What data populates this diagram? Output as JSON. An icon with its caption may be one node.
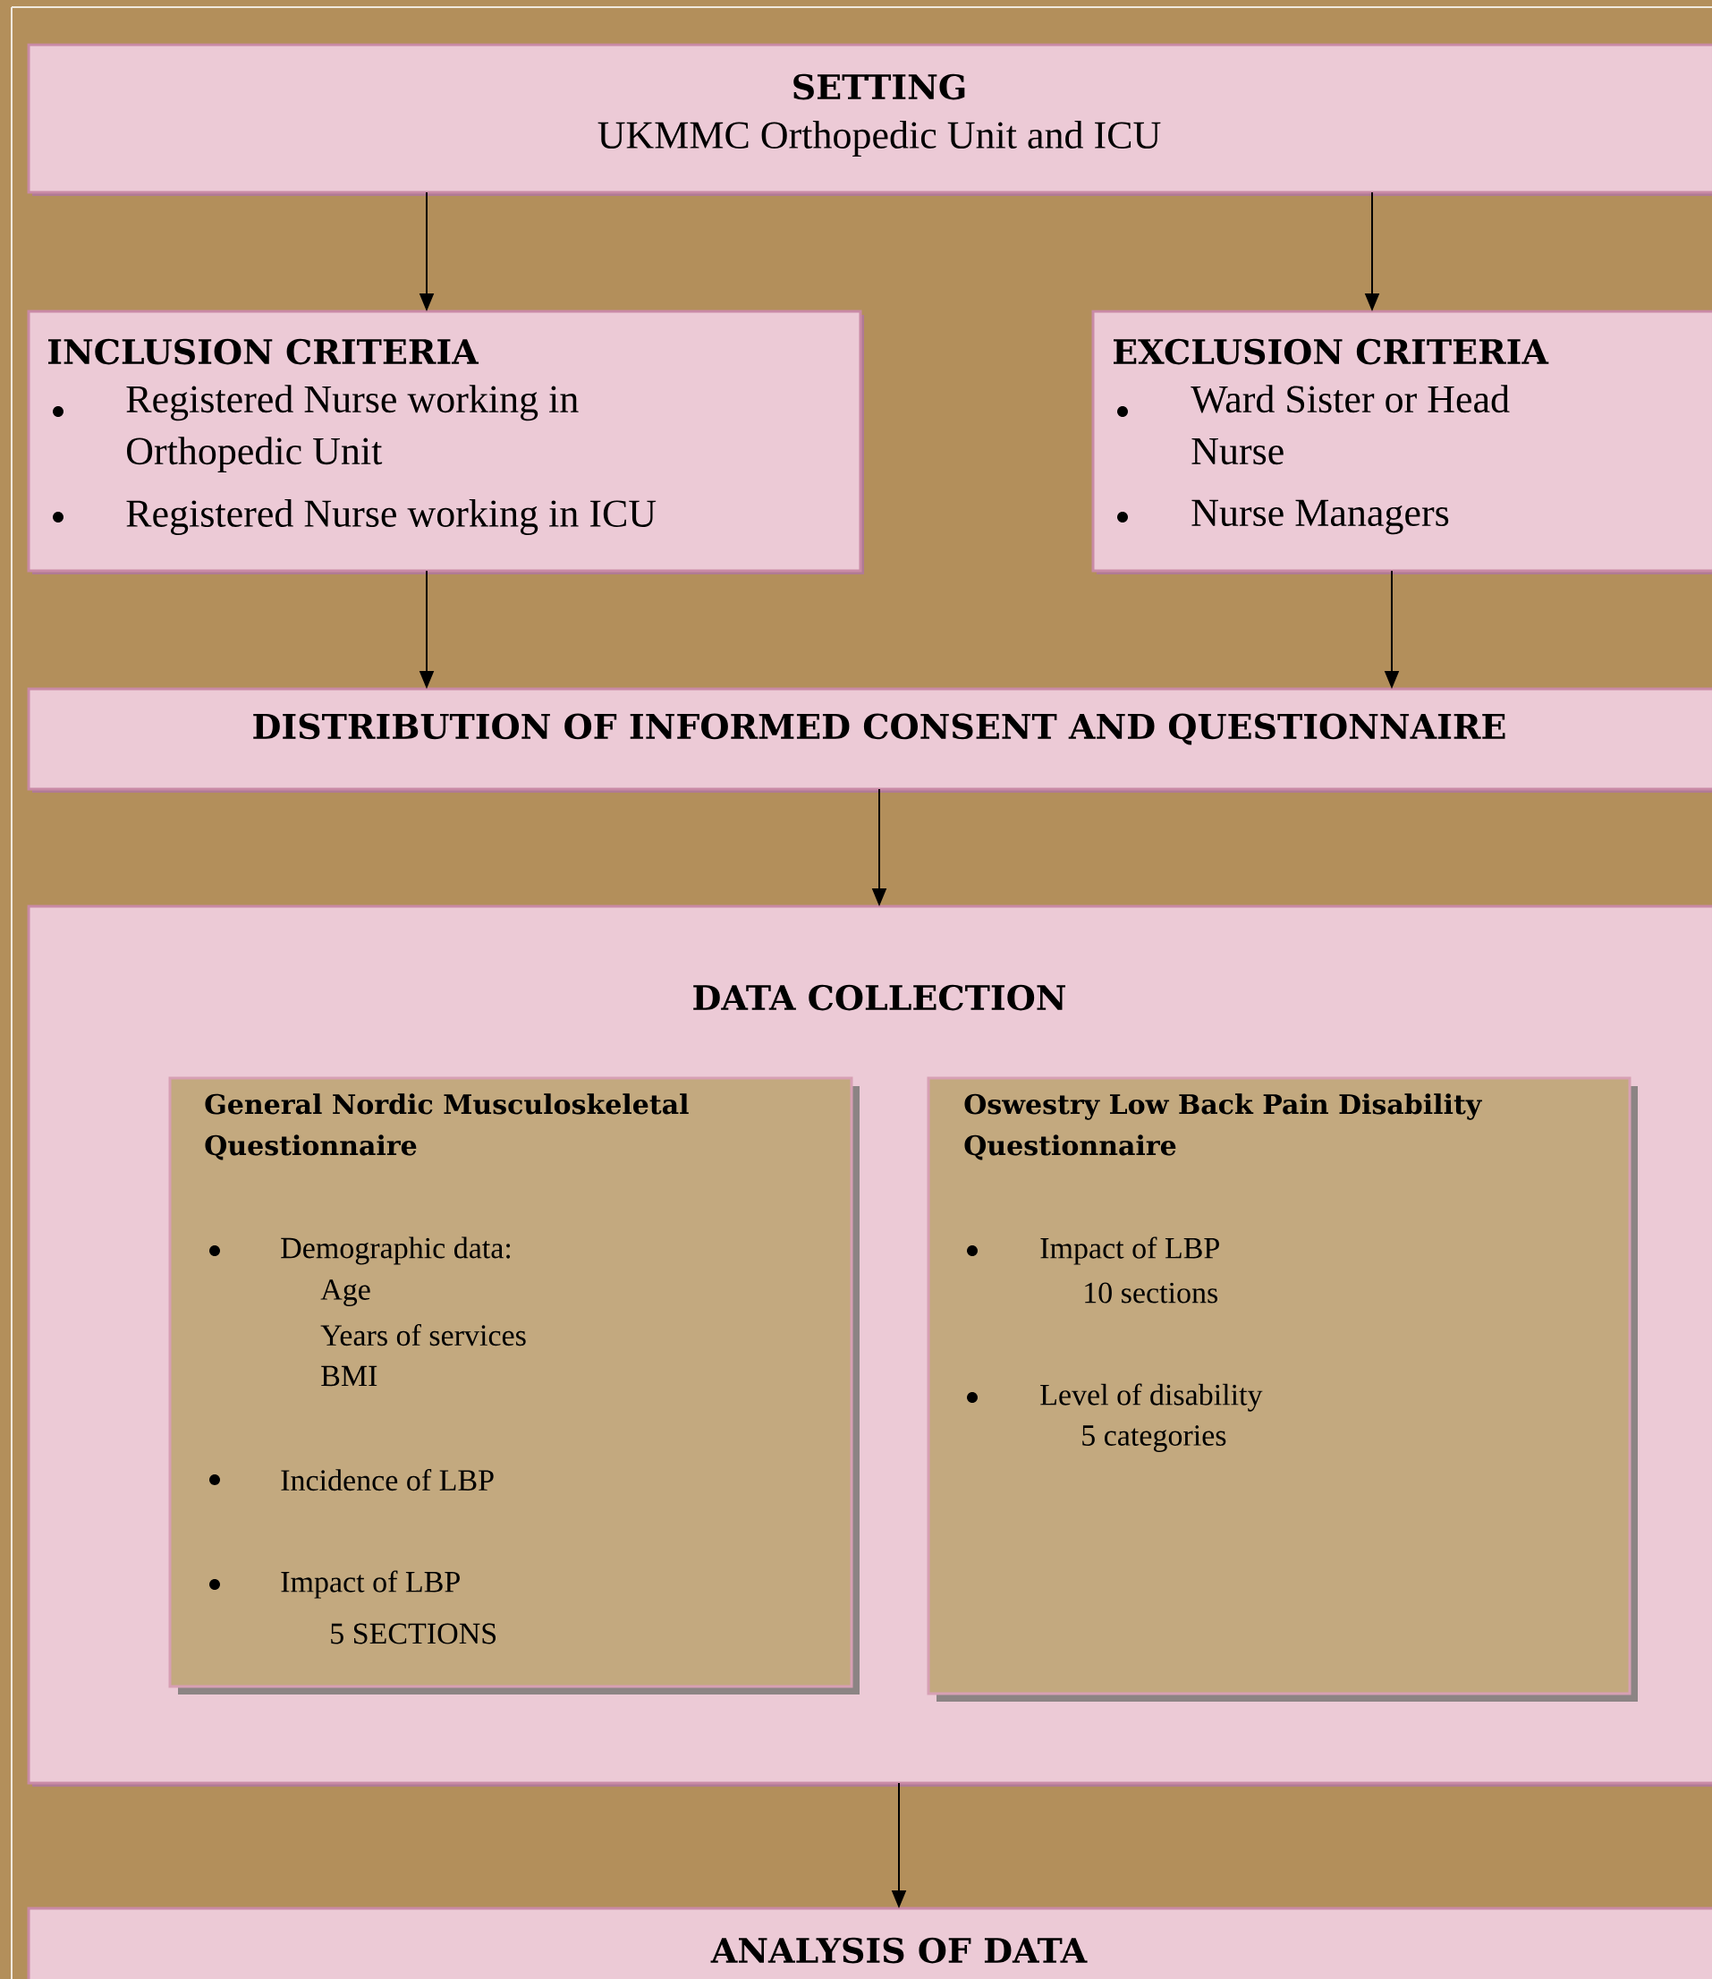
{
  "diagram": {
    "nodes": [
      {
        "text": [
          "SETTING",
          "UKMMC Orthopedic Unit and ICU"
        ]
      },
      {
        "text": [
          "INCLUSION CRITERIA",
          "Registered Nurse working in Orthopedic Unit",
          "Registered Nurse working in ICU"
        ]
      },
      {
        "text": [
          "EXCLUSION CRITERIA",
          "Ward Sister or Head Nurse",
          "Nurse Managers"
        ]
      },
      {
        "text": [
          "DISTRIBUTION OF INFORMED CONSENT AND QUESTIONNAIRE"
        ]
      },
      {
        "text": [
          "DATA COLLECTION"
        ]
      },
      {
        "text": [
          "General Nordic Musculoskeletal Questionnaire",
          "Demographic data:",
          "Age",
          "Years of services",
          "BMI",
          "Incidence of LBP",
          "Impact of LBP",
          "5 SECTIONS"
        ],
        "in": 4
      },
      {
        "text": [
          "Oswestry Low Back Pain Disability Questionnaire",
          "Impact of LBP",
          "10 sections",
          "Level of disability",
          "5 categories"
        ],
        "in": 4
      },
      {
        "text": [
          "ANALYSIS OF DATA"
        ]
      }
    ],
    "edges": [
      {
        "from": 0,
        "to": 1,
        "arrow": "to"
      },
      {
        "from": 0,
        "to": 2,
        "arrow": "to"
      },
      {
        "from": 1,
        "to": 3,
        "arrow": "to"
      },
      {
        "from": 2,
        "to": 3,
        "arrow": "to"
      },
      {
        "from": 3,
        "to": 4,
        "arrow": "to"
      },
      {
        "from": 4,
        "to": 7,
        "arrow": "to"
      }
    ]
  }
}
